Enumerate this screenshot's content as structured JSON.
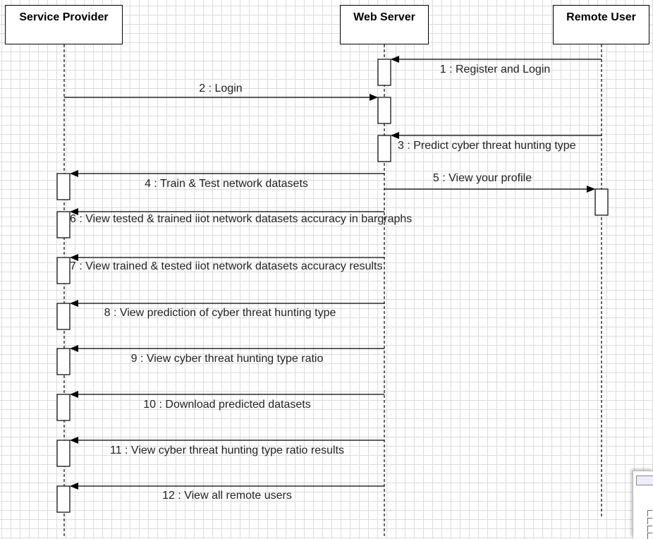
{
  "actors": {
    "service_provider": "Service Provider",
    "web_server": "Web Server",
    "remote_user": "Remote User"
  },
  "messages": [
    {
      "from": "remote_user",
      "to": "web_server",
      "label": "1 : Register and Login"
    },
    {
      "from": "service_provider",
      "to": "web_server",
      "label": "2 : Login"
    },
    {
      "from": "remote_user",
      "to": "web_server",
      "label": "3 : Predict cyber threat hunting type"
    },
    {
      "from": "web_server",
      "to": "service_provider",
      "label": "4 : Train & Test network datasets"
    },
    {
      "from": "web_server",
      "to": "remote_user",
      "label": "5 : View your profile"
    },
    {
      "from": "web_server",
      "to": "service_provider",
      "label": "6 : View tested & trained iiot network datasets accuracy in bargraphs"
    },
    {
      "from": "web_server",
      "to": "service_provider",
      "label": "7 : View trained & tested iiot network datasets accuracy results"
    },
    {
      "from": "web_server",
      "to": "service_provider",
      "label": "8 : View prediction of cyber threat hunting type"
    },
    {
      "from": "web_server",
      "to": "service_provider",
      "label": "9 : View cyber threat hunting type ratio"
    },
    {
      "from": "web_server",
      "to": "service_provider",
      "label": "10 : Download predicted datasets"
    },
    {
      "from": "web_server",
      "to": "service_provider",
      "label": "11 : View cyber threat hunting type ratio results"
    },
    {
      "from": "web_server",
      "to": "service_provider",
      "label": "12 : View all remote users"
    }
  ]
}
